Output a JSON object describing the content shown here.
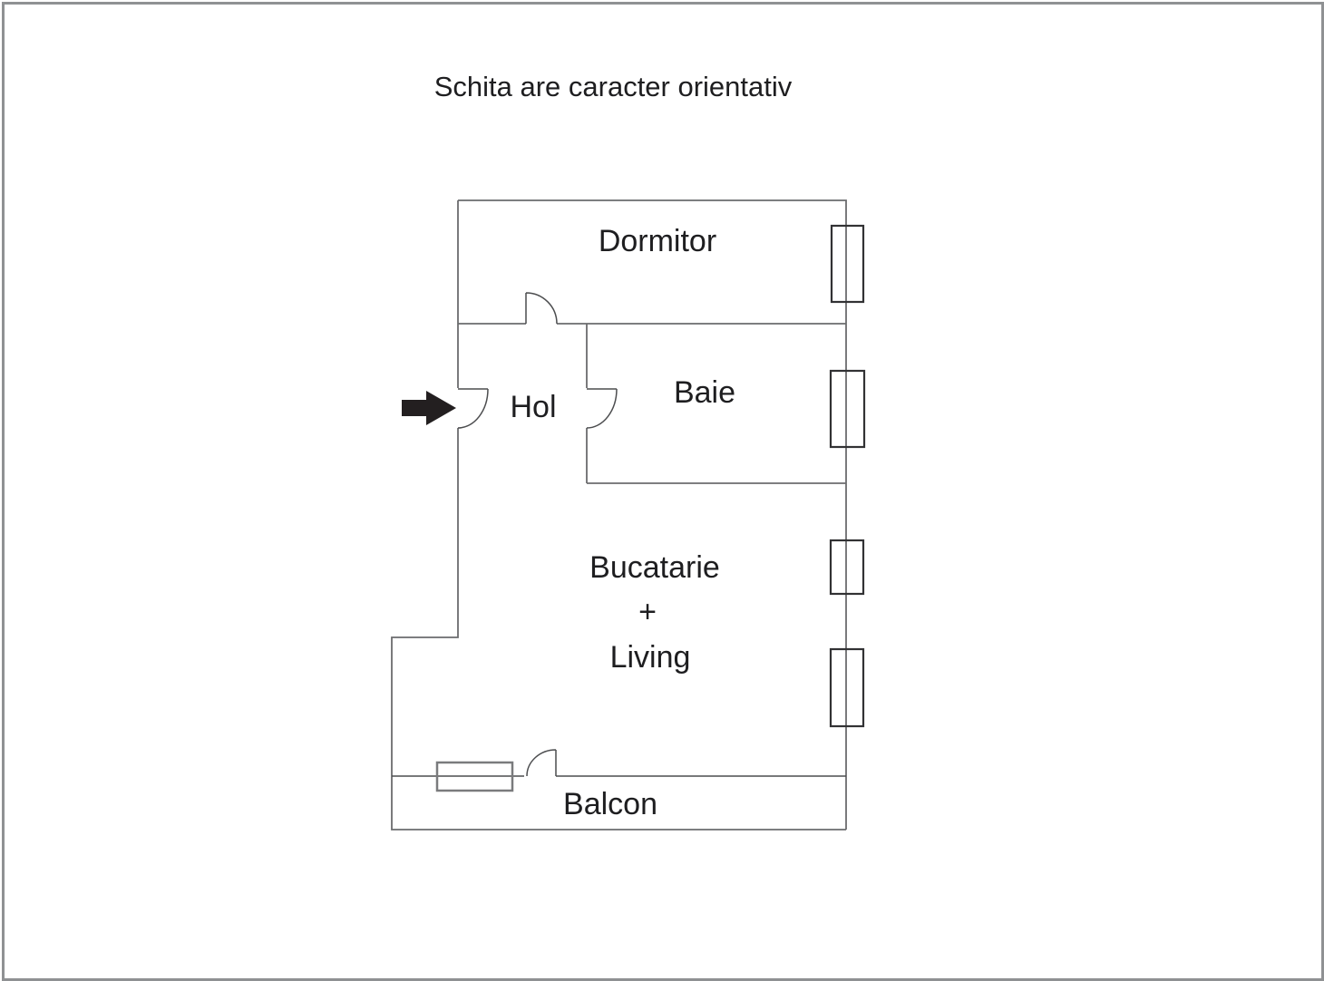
{
  "title": "Schita are caracter orientativ",
  "floor_plan": {
    "rooms": {
      "dormitor": "Dormitor",
      "baie": "Baie",
      "hol": "Hol",
      "bucatarie_line1": "Bucatarie",
      "bucatarie_line2": "+",
      "bucatarie_line3": "Living",
      "balcon": "Balcon"
    },
    "colors": {
      "wall": "#6b6c6e",
      "door": "#4c4d4f",
      "window": "#323234",
      "balcony_window": "#7a7b7d",
      "text": "#1e1e20",
      "arrow": "#231f20",
      "frame": "#8f9193",
      "background": "#ffffff"
    }
  }
}
